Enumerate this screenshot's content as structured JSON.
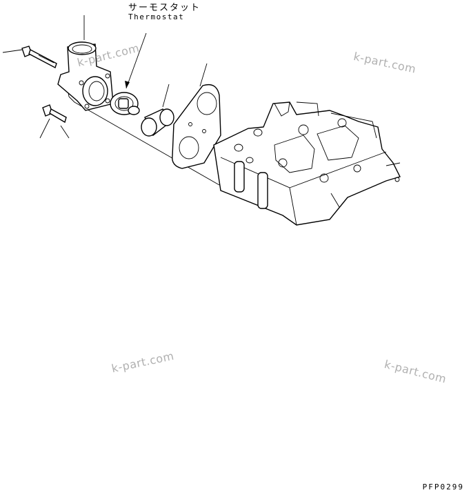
{
  "labels": {
    "thermostat_jp": "サーモスタット",
    "thermostat_en": "Thermostat"
  },
  "drawing_code": "PFP0299",
  "watermarks": [
    "k-part.com",
    "k-part.com",
    "k-part.com",
    "k-part.com"
  ],
  "colors": {
    "line": "#000000",
    "watermark": "#b0b0b0",
    "background": "#ffffff"
  }
}
